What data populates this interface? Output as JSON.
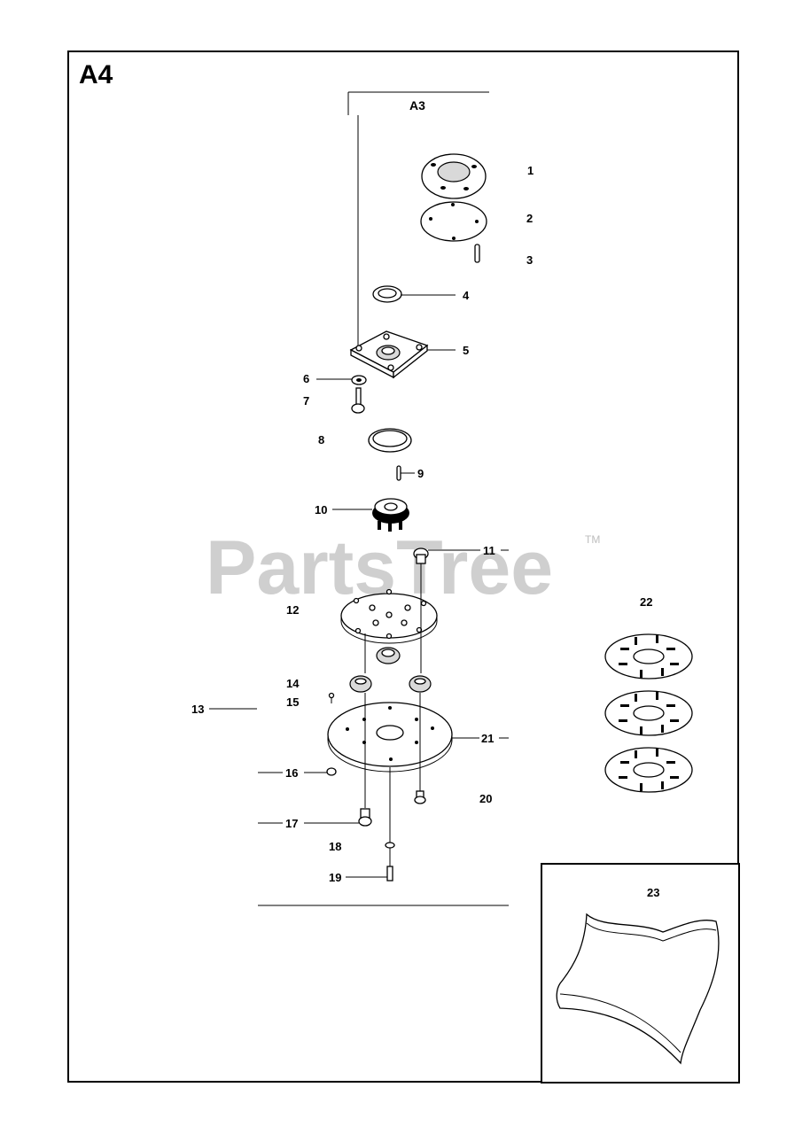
{
  "section_code": "A4",
  "reference": "A3",
  "watermark": {
    "text": "PartsTree",
    "trademark": "TM"
  },
  "callouts": [
    "1",
    "2",
    "3",
    "4",
    "5",
    "6",
    "7",
    "8",
    "9",
    "10",
    "11",
    "12",
    "13",
    "14",
    "15",
    "16",
    "17",
    "18",
    "19",
    "20",
    "21",
    "22",
    "23"
  ],
  "colors": {
    "line": "#000000",
    "watermark": "#cfcfcf",
    "background": "#ffffff"
  }
}
